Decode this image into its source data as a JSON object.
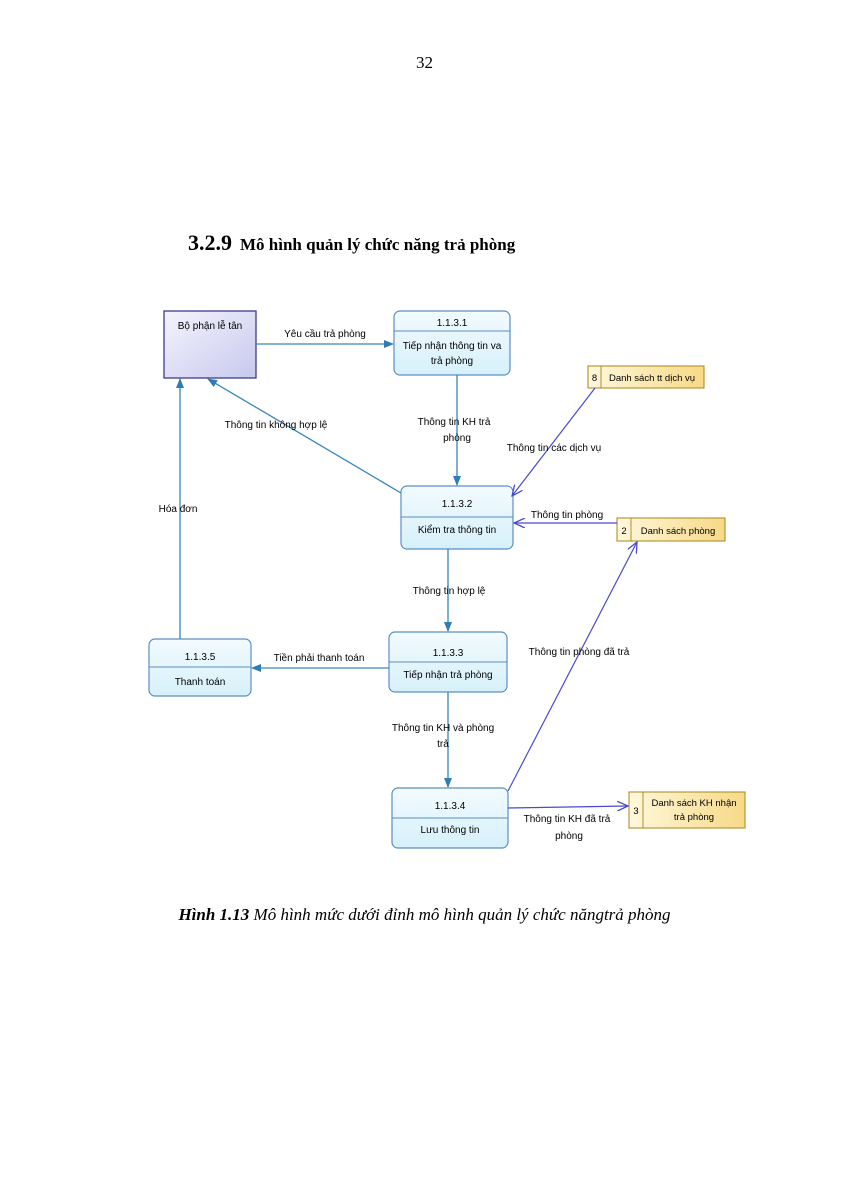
{
  "page_number": "32",
  "section": {
    "number": "3.2.9",
    "title": "Mô hình quản lý chức năng trả phòng"
  },
  "diagram": {
    "entity": {
      "label": "Bộ phận lễ tân"
    },
    "processes": [
      {
        "id": "1.1.3.1",
        "name_line1": "Tiếp nhận thông tin va",
        "name_line2": "trả phòng"
      },
      {
        "id": "1.1.3.2",
        "name": "Kiểm tra thông tin"
      },
      {
        "id": "1.1.3.3",
        "name": "Tiếp nhận trả phòng"
      },
      {
        "id": "1.1.3.4",
        "name": "Lưu thông tin"
      },
      {
        "id": "1.1.3.5",
        "name": "Thanh toán"
      }
    ],
    "stores": [
      {
        "num": "8",
        "name": "Danh sách tt dịch vụ"
      },
      {
        "num": "2",
        "name": "Danh sách phòng"
      },
      {
        "num": "3",
        "name_line1": "Danh sách KH nhận",
        "name_line2": "trả phòng"
      }
    ],
    "flows": {
      "yeu_cau": "Yêu cầu trả phòng",
      "khong_hop_le": "Thông tin không hợp lệ",
      "kh_tra_1": "Thông tin KH trả",
      "kh_tra_2": "phòng",
      "cac_dich_vu": "Thông tin các dịch vụ",
      "hoa_don": "Hóa đơn",
      "thong_tin_phong": "Thông tin phòng",
      "hop_le": "Thông tin hợp lệ",
      "phong_da_tra": "Thông tin phòng đã trả",
      "tien_phai": "Tiền phải thanh toán",
      "kh_va_phong_1": "Thông tin KH và phòng",
      "kh_va_phong_2": "trả",
      "kh_da_tra_1": "Thông tin KH đã trả",
      "kh_da_tra_2": "phòng"
    },
    "colors": {
      "process_fill": "#e4f6fc",
      "process_border": "#5a8fc4",
      "entity_fill": "#dcdcf5",
      "entity_border": "#3c3c8c",
      "store_fill": "#fde9b0",
      "store_border": "#b0902c",
      "flow_teal": "#3a86b8",
      "flow_blue": "#4a4ad0"
    }
  },
  "caption": {
    "label": "Hình 1.13",
    "text": " Mô hình mức dưới đỉnh mô hình quản lý chức năngtrả phòng"
  }
}
